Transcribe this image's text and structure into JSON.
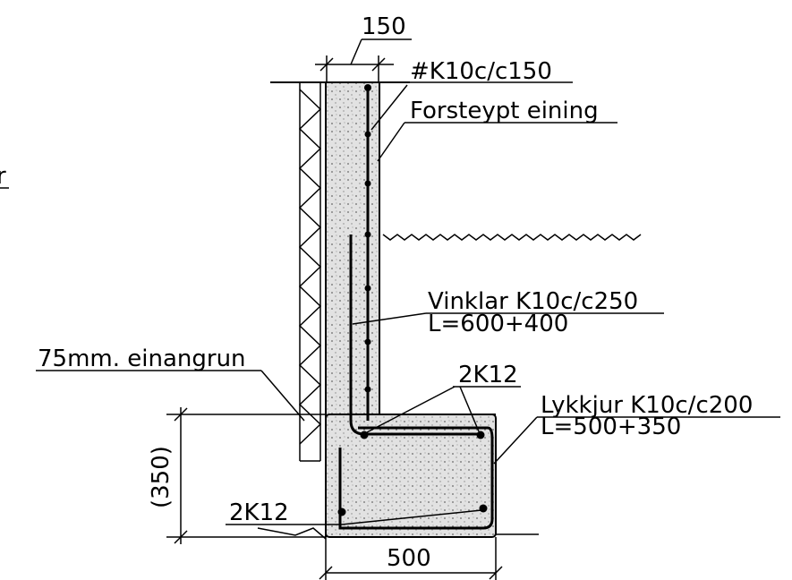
{
  "dimensions": {
    "wall_thickness": "150",
    "footing_height": "(350)",
    "footing_width": "500"
  },
  "labels": {
    "edge_fragment": "r",
    "top_mesh": "#K10c/c150",
    "precast": "Forsteypt eining",
    "angles_line1": "Vinklar K10c/c250",
    "angles_line2": "L=600+400",
    "insulation": "75mm. einangrun",
    "bars_top": "2K12",
    "keys_line1": "Lykkjur K10c/c200",
    "keys_line2": "L=500+350",
    "bars_bottom": "2K12"
  },
  "colors": {
    "line": "#000000",
    "concrete_fill": "#e6e6e6",
    "footing_fill": "#d9d9d9"
  }
}
